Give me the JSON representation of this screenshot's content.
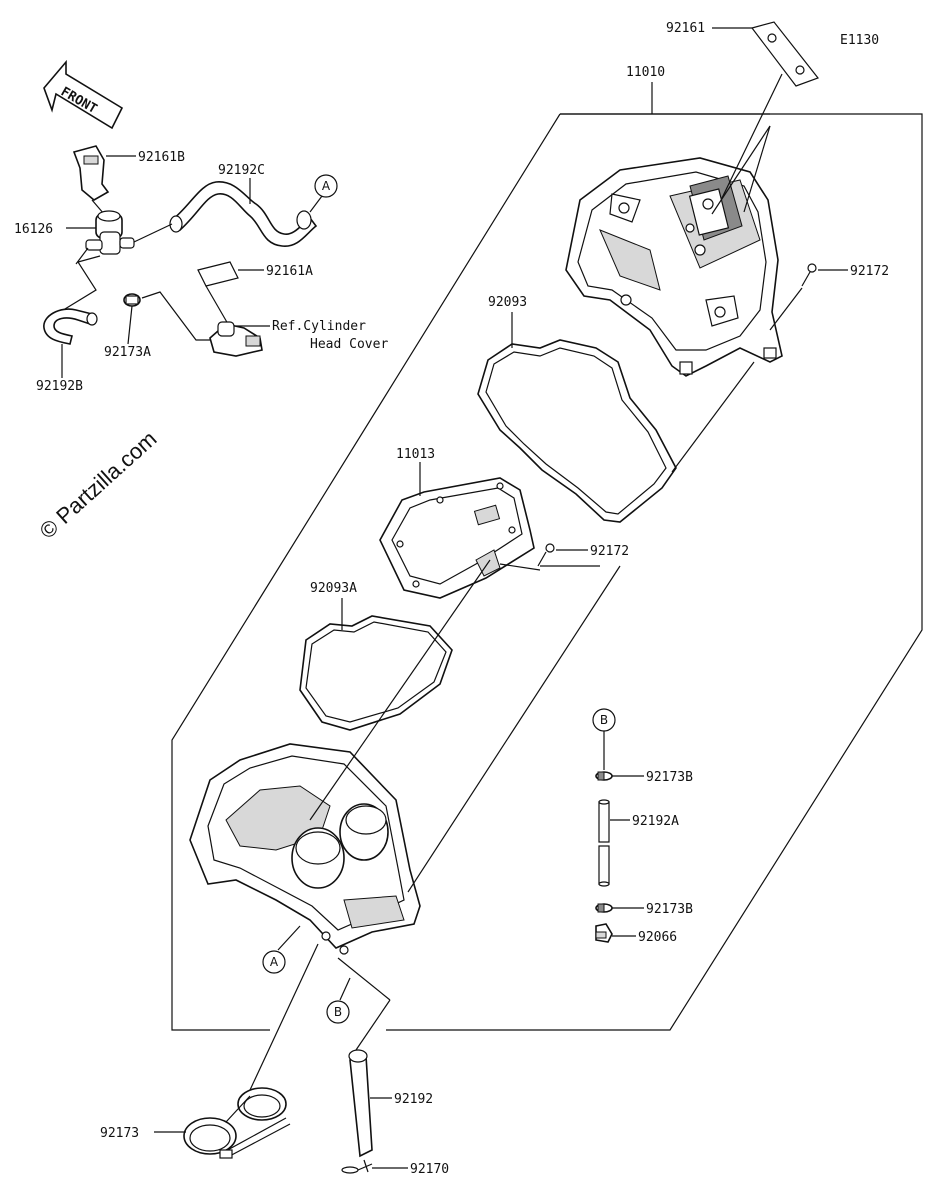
{
  "diagram_code": "E1130",
  "watermark": "© Partzilla.com",
  "front_label": "FRONT",
  "labels": {
    "p92161": "92161",
    "p11010": "11010",
    "p92161B": "92161B",
    "p92192C": "92192C",
    "p16126": "16126",
    "p92161A": "92161A",
    "p92173A": "92173A",
    "ref1": "Ref.Cylinder",
    "ref2": "Head Cover",
    "p92192B": "92192B",
    "p92172a": "92172",
    "p92093": "92093",
    "p11013": "11013",
    "p92172b": "92172",
    "p92093A": "92093A",
    "p92173B1": "92173B",
    "p92192A": "92192A",
    "p92173B2": "92173B",
    "p92066": "92066",
    "p92192": "92192",
    "p92173": "92173",
    "p92170": "92170"
  },
  "markers": {
    "a_top": "A",
    "a_bottom": "A",
    "b_right": "B",
    "b_bottom": "B"
  }
}
